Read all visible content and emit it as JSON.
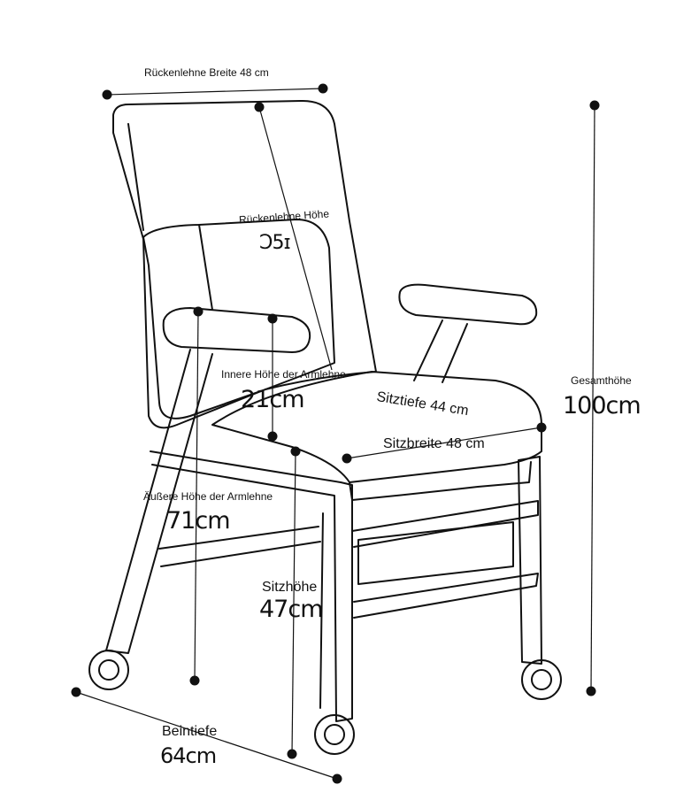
{
  "labels": {
    "backrest_width": "Rückenlehne Breite 48 cm",
    "backrest_height": "Rückenlehne Höhe",
    "backrest_height_value": "Ɔ5ɪ",
    "inner_armrest_height": "Innere Höhe der Armlehne",
    "inner_armrest_height_value": "21cm",
    "seat_depth": "Sitztiefe 44 cm",
    "seat_width": "Sitzbreite 48 cm",
    "total_height": "Gesamthöhe",
    "total_height_value": "100cm",
    "outer_armrest_height": "Äußere Höhe der Armlehne",
    "outer_armrest_height_value": "71cm",
    "seat_height": "Sitzhöhe",
    "seat_height_value": "47cm",
    "leg_depth": "Beintiefe",
    "leg_depth_value": "64cm"
  },
  "colors": {
    "line": "#111111",
    "background": "#ffffff"
  }
}
